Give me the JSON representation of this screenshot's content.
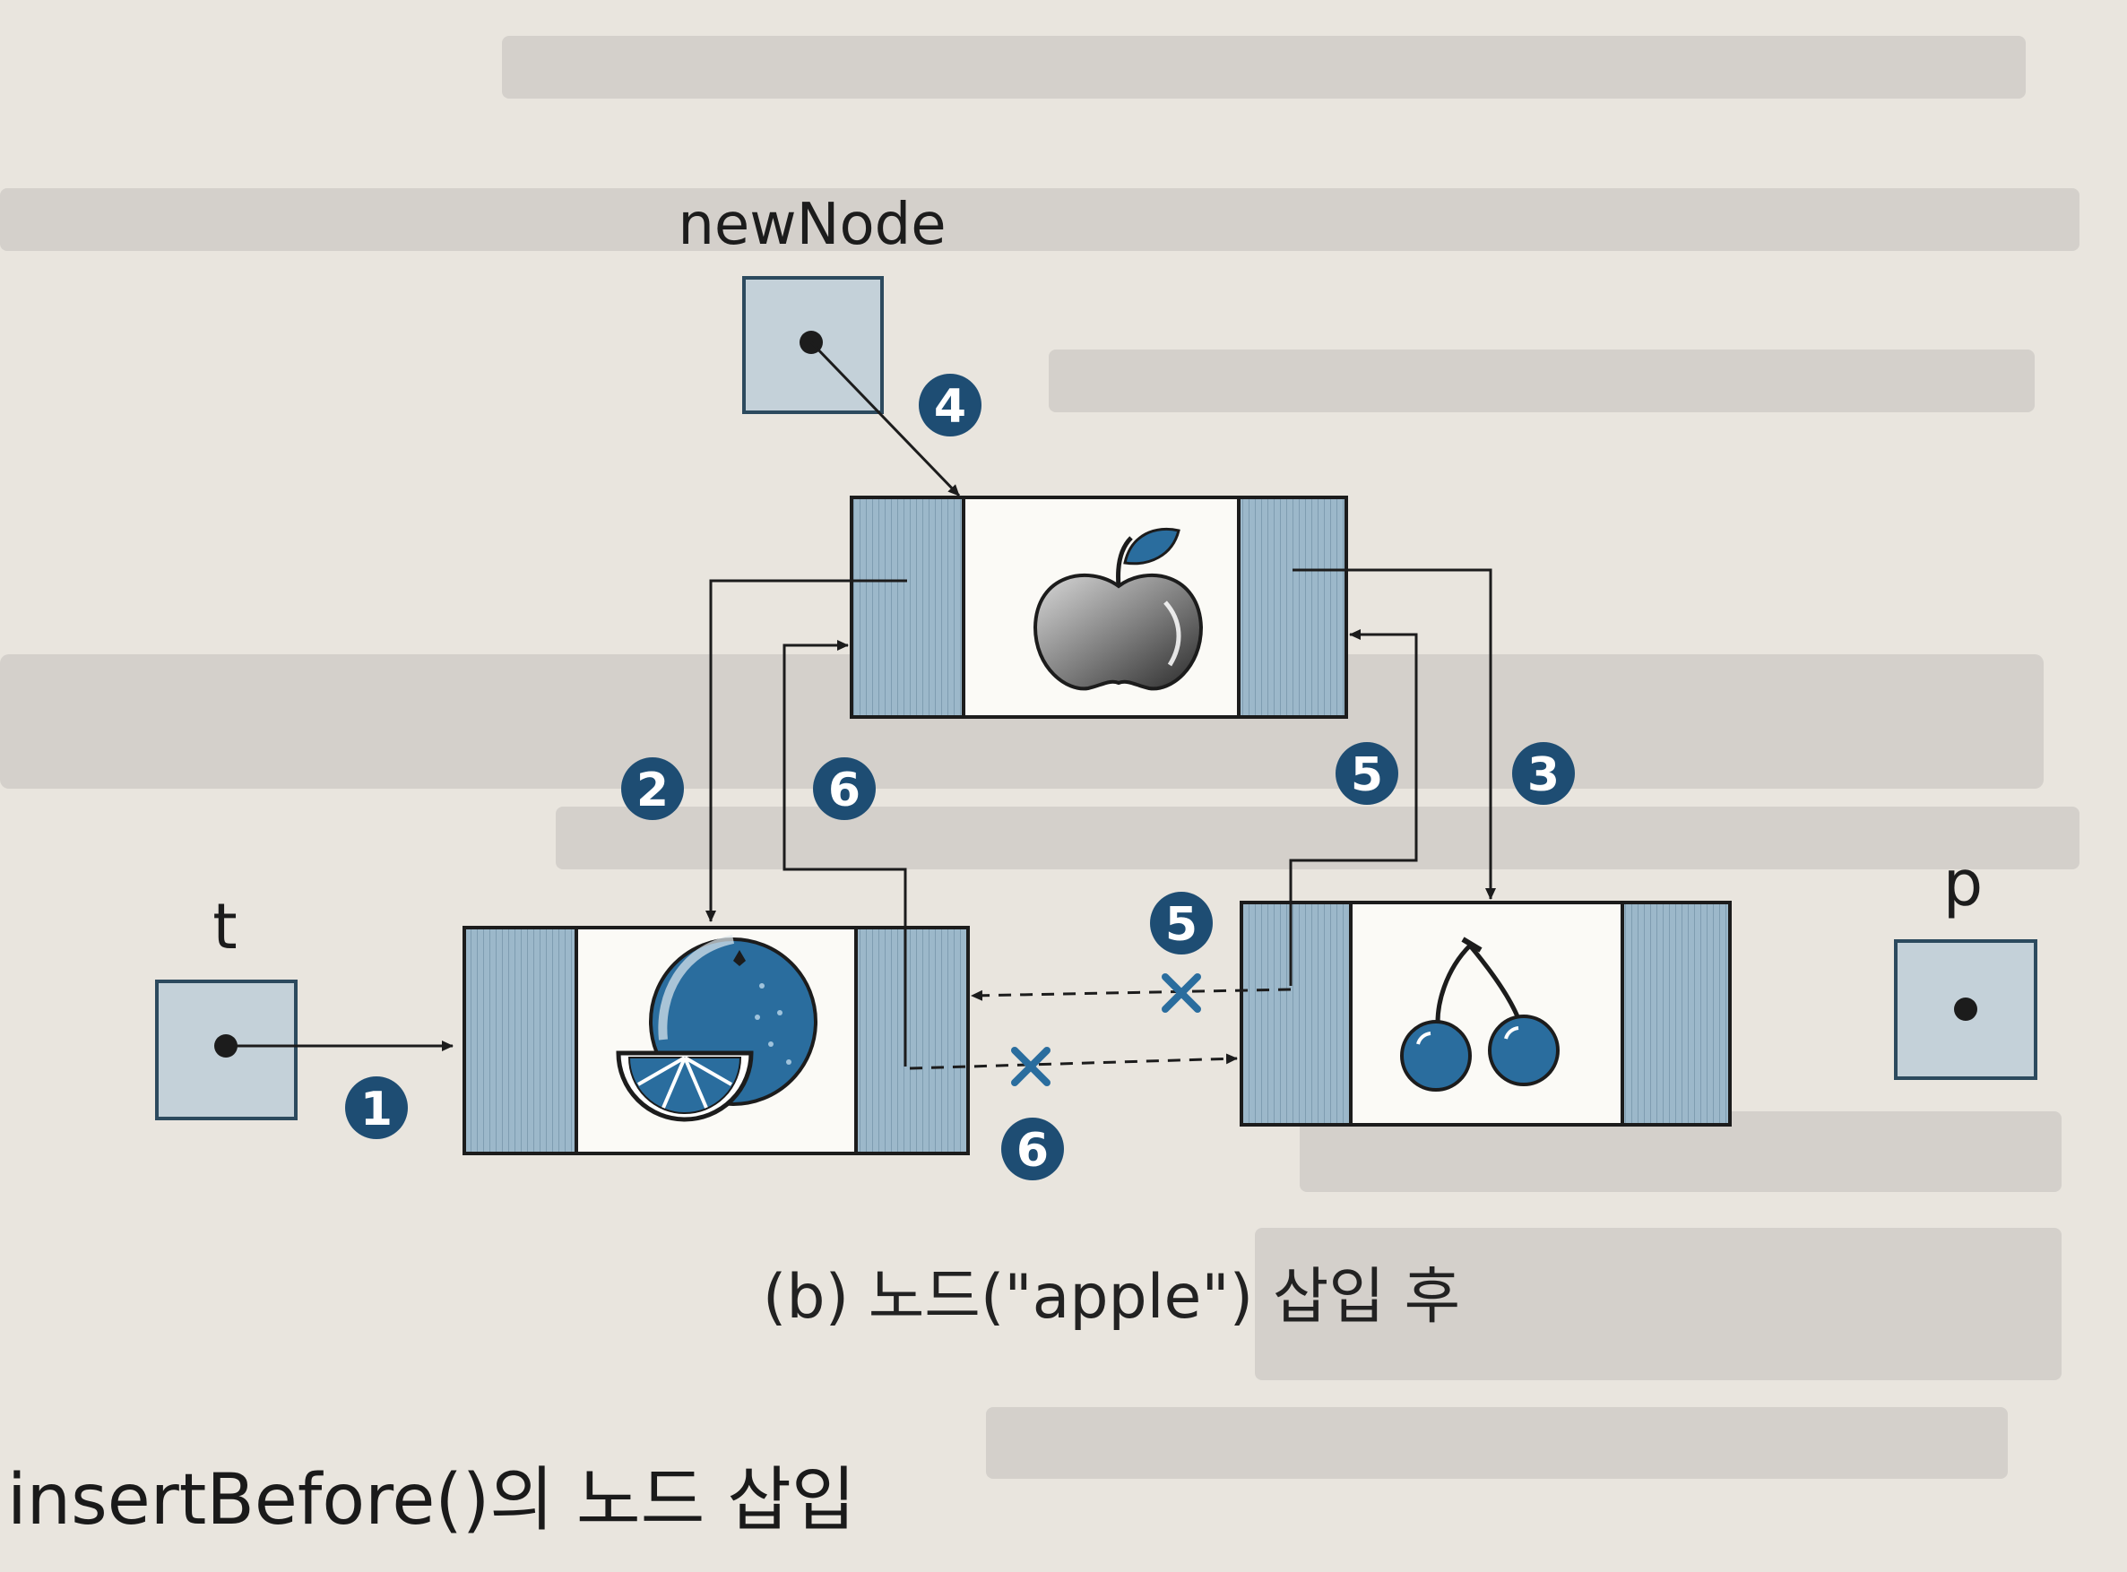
{
  "labels": {
    "newnode": "newNode",
    "t": "t",
    "p": "p"
  },
  "steps": [
    "1",
    "2",
    "3",
    "4",
    "5",
    "5",
    "6",
    "6"
  ],
  "nodes": {
    "apple": "apple",
    "orange": "orange",
    "cherry": "cherry"
  },
  "caption": "(b) 노드(\"apple\") 삽입 후",
  "section_title": "insertBefore()의 노드 삽입",
  "colors": {
    "page": "#e9e5de",
    "pointer_fill": "#c4d1d9",
    "link_field": "#97b4c6",
    "badge": "#1e4d73",
    "fruit_blue": "#2a6d9e",
    "ink": "#1c1c1c"
  }
}
